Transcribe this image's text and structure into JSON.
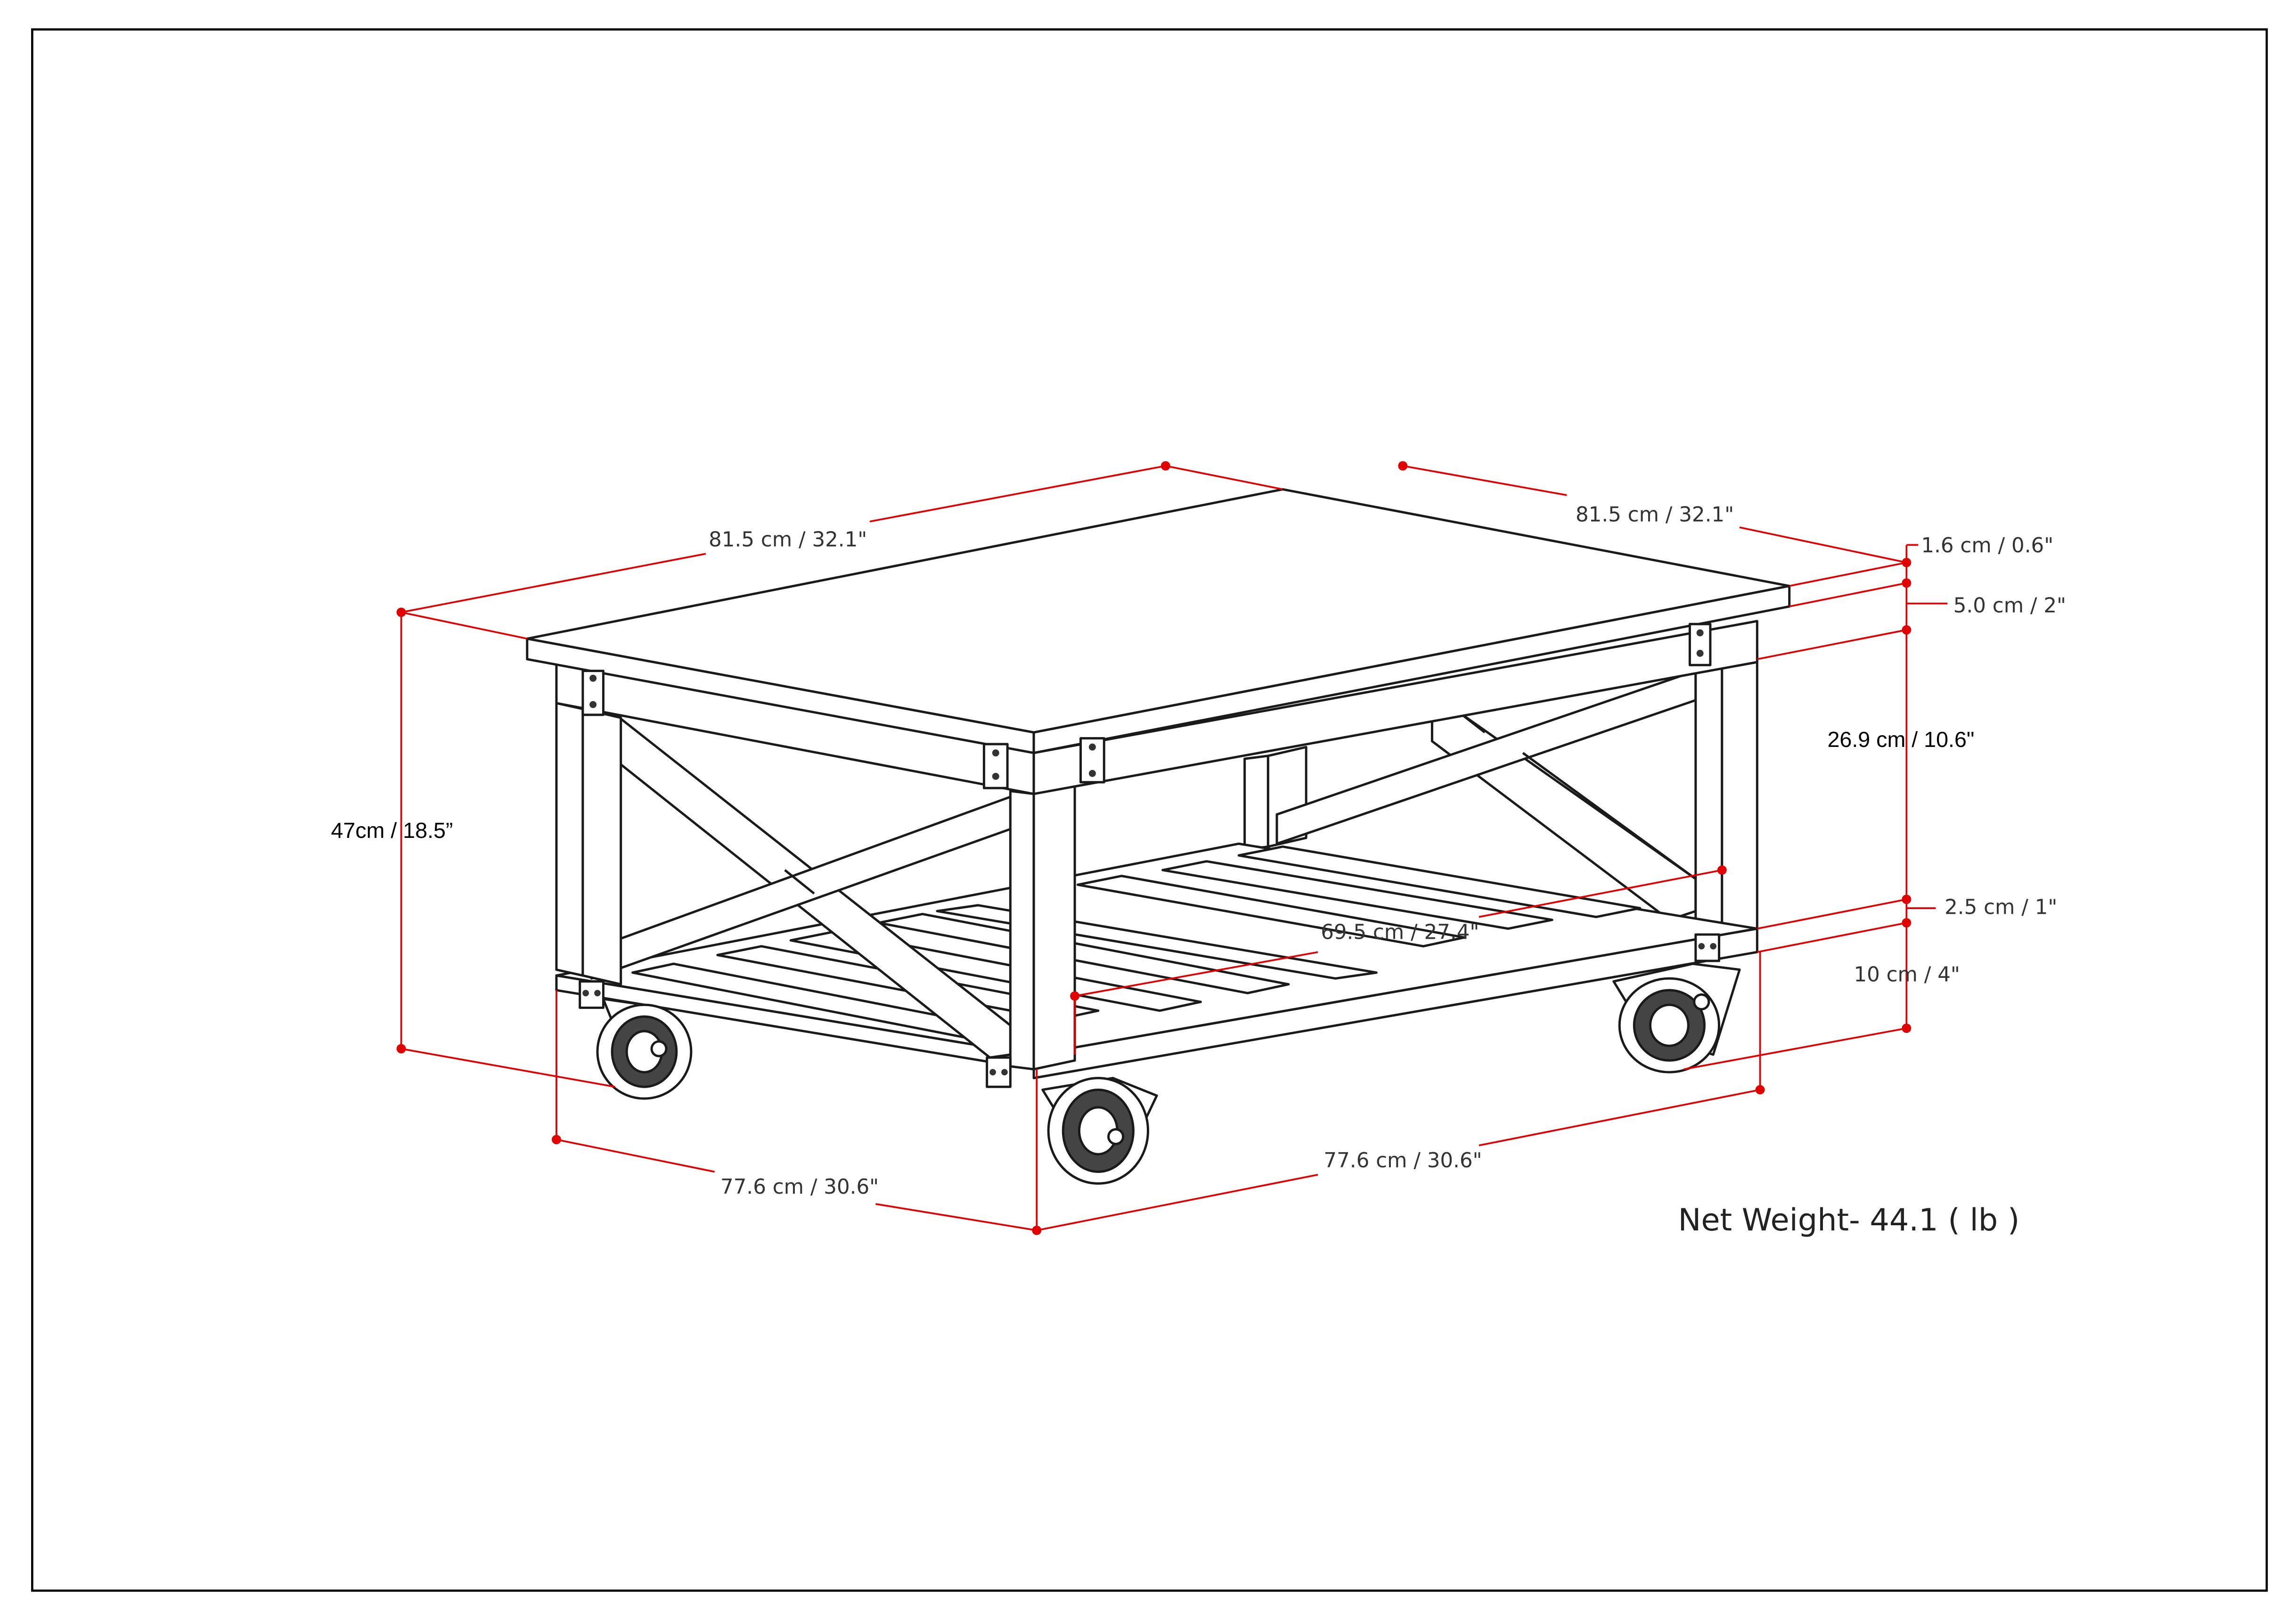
{
  "dimensions": {
    "top_width": "81.5 cm / 32.1\"",
    "top_depth": "81.5 cm / 32.1\"",
    "top_thickness": "1.6 cm / 0.6\"",
    "apron_height": "5.0 cm / 2\"",
    "open_height": "26.9 cm / 10.6\"",
    "shelf_thickness": "2.5 cm / 1\"",
    "caster_height": "10 cm / 4\"",
    "overall_height": "47cm / 18.5”",
    "shelf_span": "69.5 cm / 27.4\"",
    "base_depth": "77.6 cm / 30.6\"",
    "base_width": "77.6 cm / 30.6\""
  },
  "net_weight": "Net Weight- 44.1 ( lb )",
  "colors": {
    "dimension_line": "#e00000",
    "outline": "#1a1a1a",
    "frame": "#000000"
  }
}
